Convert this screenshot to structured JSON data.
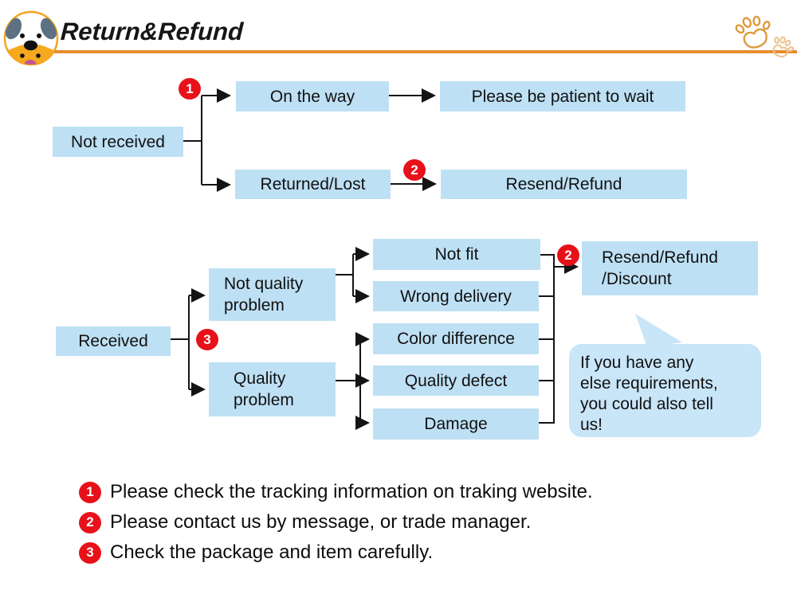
{
  "header": {
    "title": "Return&Refund",
    "logo": "dog-face-logo",
    "decoration": "paw-prints"
  },
  "colors": {
    "box_blue": "#BEE0F4",
    "bubble_blue": "#C9E5F8",
    "badge_red": "#E8111A",
    "accent_orange": "#E78E2E"
  },
  "flow_not_received": {
    "root": "Not received",
    "badge_on_the_way": "1",
    "on_the_way": "On the way",
    "please_wait": "Please be patient to wait",
    "badge_returned": "2",
    "returned_lost": "Returned/Lost",
    "resend_refund": "Resend/Refund"
  },
  "flow_received": {
    "root": "Received",
    "badge_root": "3",
    "not_quality_problem": "Not quality problem",
    "quality_problem": "Quality problem",
    "not_fit": "Not fit",
    "wrong_delivery": "Wrong delivery",
    "color_difference": "Color difference",
    "quality_defect": "Quality defect",
    "damage": "Damage",
    "badge_outcome": "2",
    "outcome": "Resend/Refund /Discount",
    "bubble_lines": {
      "0": "If you have any",
      "1": "else requirements,",
      "2": "you could also tell",
      "3": "us!"
    }
  },
  "legend": {
    "items": [
      {
        "num": "1",
        "text": "Please check the tracking information on traking website."
      },
      {
        "num": "2",
        "text": "Please contact us by message, or trade manager."
      },
      {
        "num": "3",
        "text": "Check the package and item carefully."
      }
    ]
  }
}
